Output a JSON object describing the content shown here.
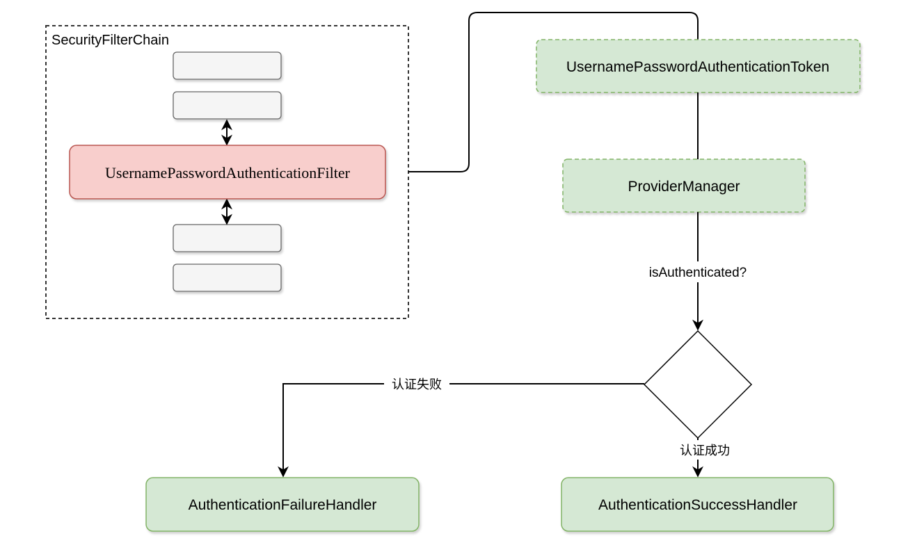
{
  "diagram": {
    "container": {
      "title": "SecurityFilterChain"
    },
    "filter": {
      "label": "UsernamePasswordAuthenticationFilter"
    },
    "token": {
      "label": "UsernamePasswordAuthenticationToken"
    },
    "provider_manager": {
      "label": "ProviderManager"
    },
    "decision": {
      "question": "isAuthenticated?",
      "failure_label": "认证失败",
      "success_label": "认证成功"
    },
    "failure_handler": {
      "label": "AuthenticationFailureHandler"
    },
    "success_handler": {
      "label": "AuthenticationSuccessHandler"
    }
  },
  "colors": {
    "filter_fill": "#f8cecc",
    "filter_stroke": "#b85450",
    "green_fill": "#d5e8d4",
    "green_stroke": "#82b366",
    "gray_fill": "#f5f5f5",
    "gray_stroke": "#666666",
    "line": "#000000"
  }
}
